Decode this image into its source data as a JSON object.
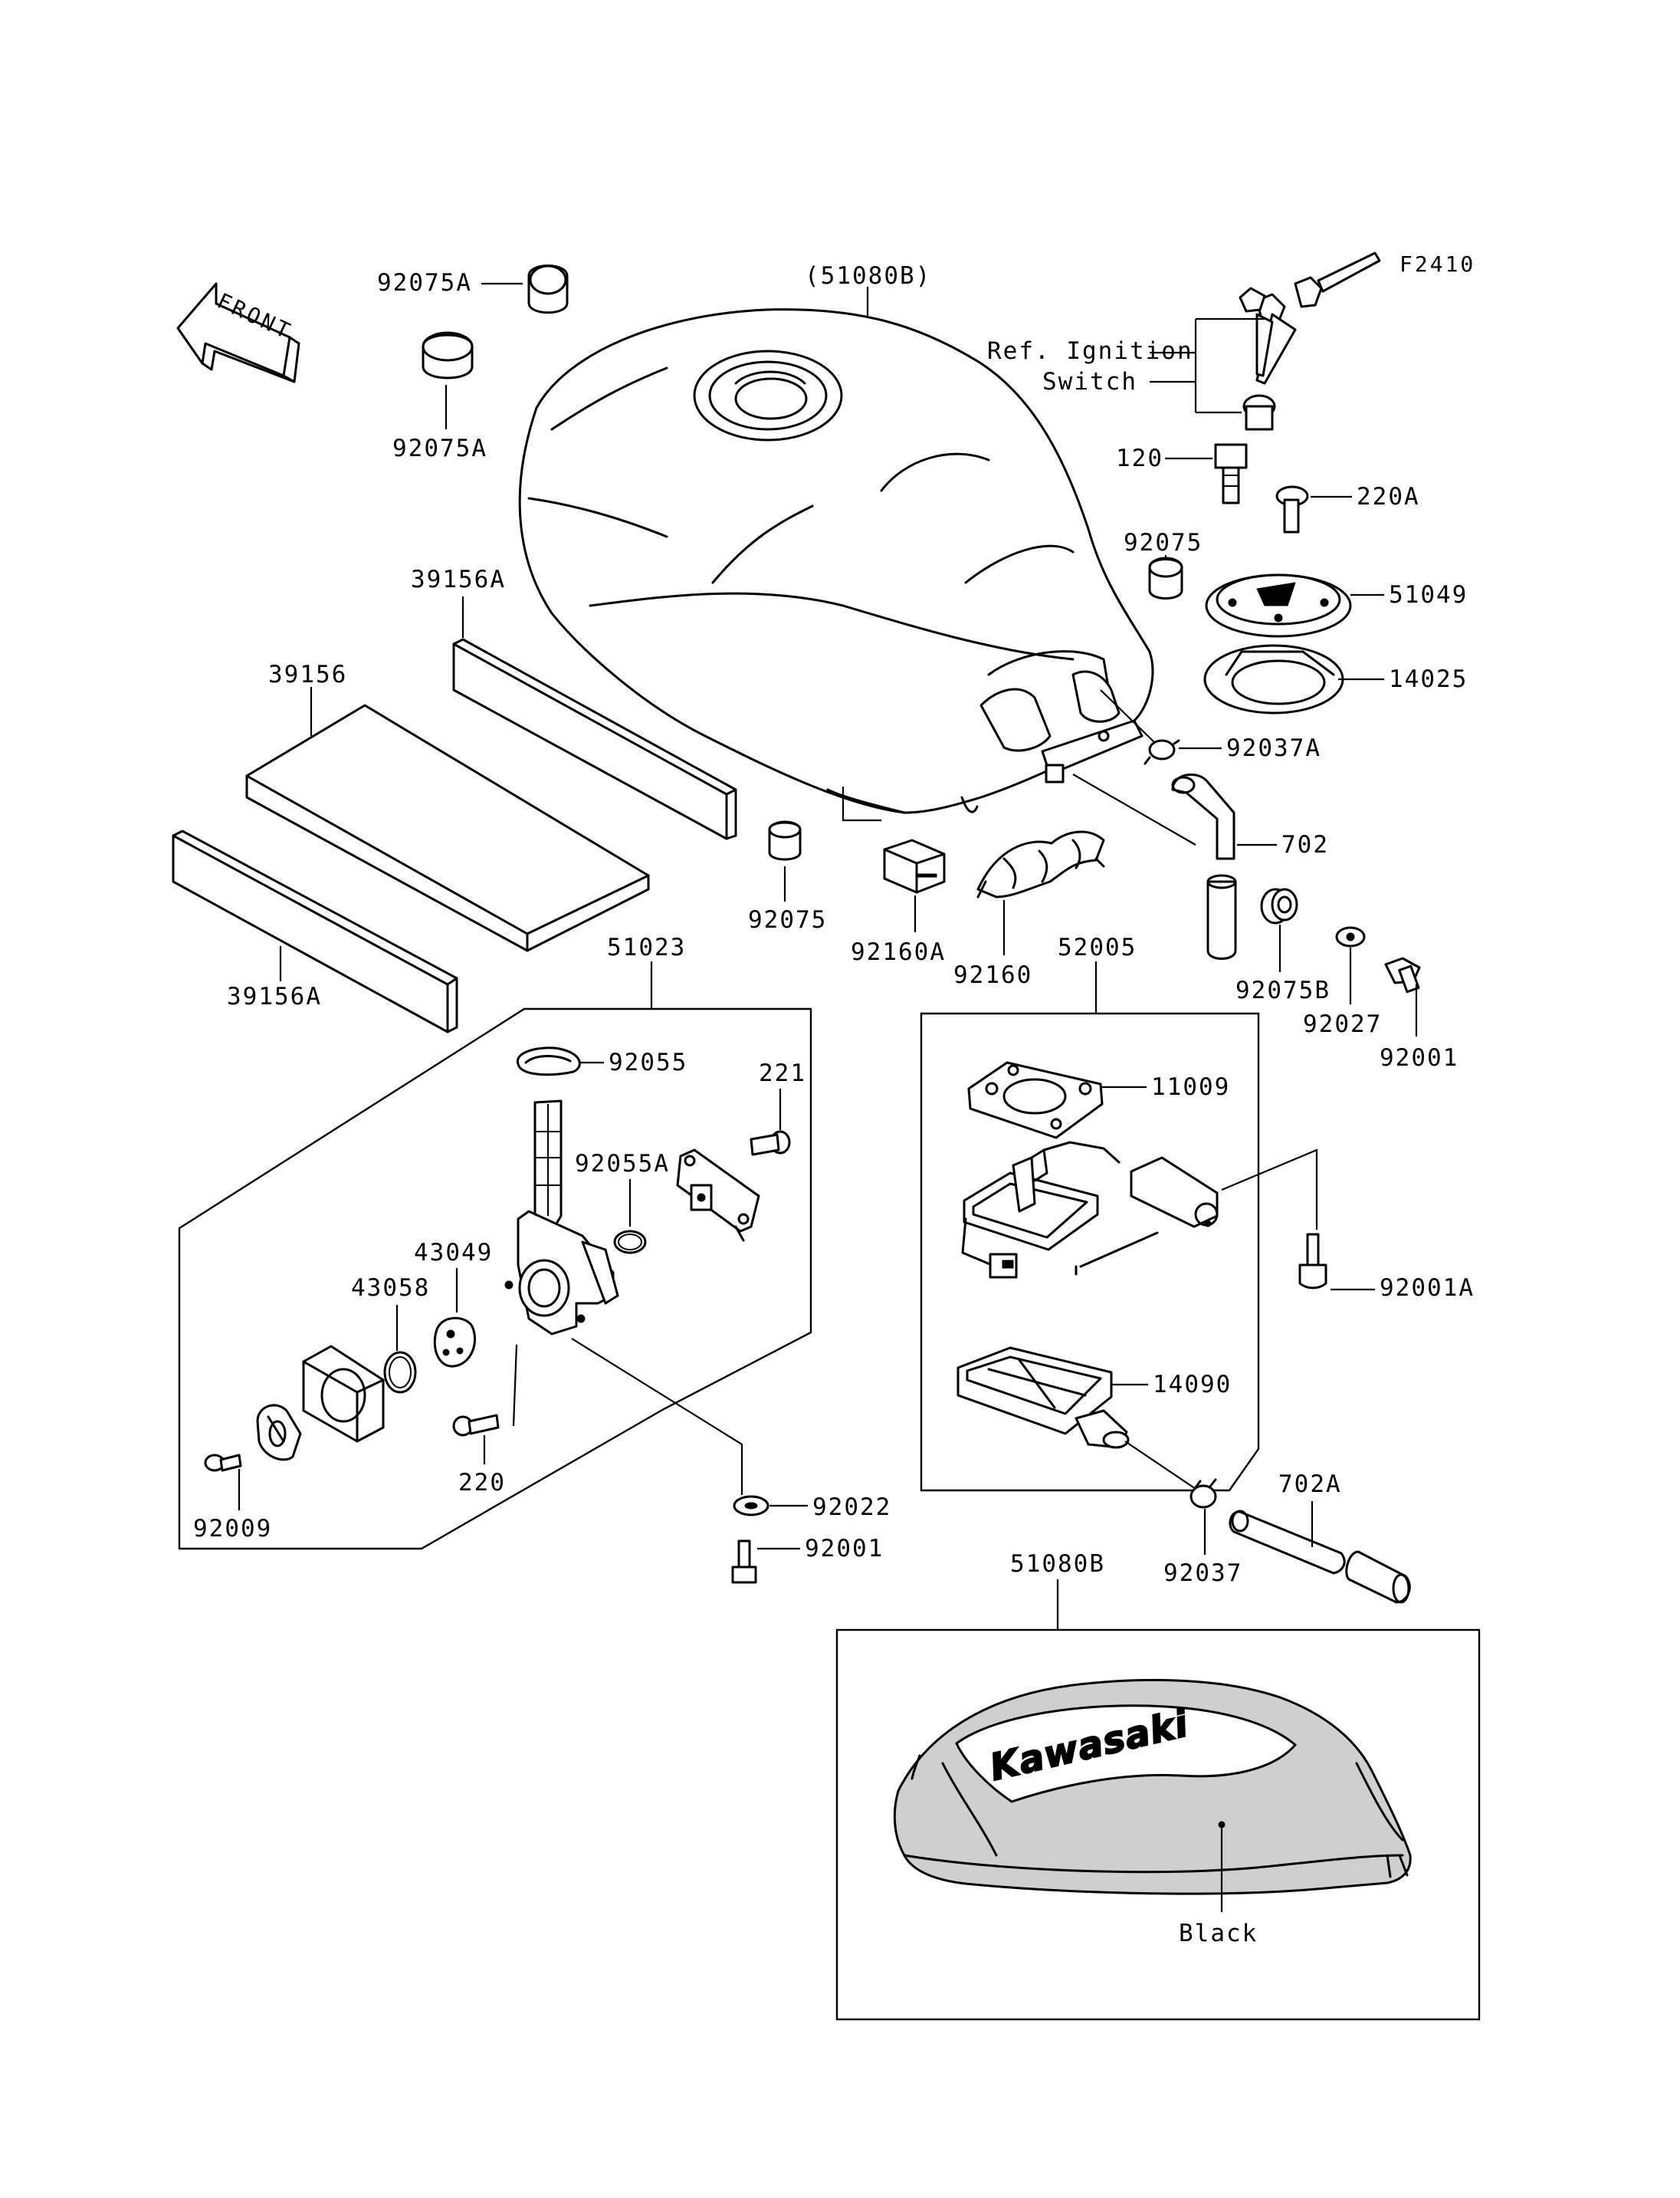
{
  "figure_code": "F2410",
  "front_label": "FRONT",
  "ref_text": [
    "Ref. Ignition",
    "Switch"
  ],
  "parts": {
    "p92075A_1": "92075A",
    "p92075A_2": "92075A",
    "p51080B_paren": "(51080B)",
    "p120": "120",
    "p220A": "220A",
    "p92075_top": "92075",
    "p51049": "51049",
    "p14025": "14025",
    "p92037A": "92037A",
    "p702": "702",
    "p39156A_top": "39156A",
    "p39156": "39156",
    "p39156A_bottom": "39156A",
    "p92075_mid": "92075",
    "p92160A": "92160A",
    "p92160": "92160",
    "p52005": "52005",
    "p92075B": "92075B",
    "p92027": "92027",
    "p92001_right": "92001",
    "p51023": "51023",
    "p92055": "92055",
    "p221": "221",
    "p92055A": "92055A",
    "p43049": "43049",
    "p43058": "43058",
    "p220": "220",
    "p92009": "92009",
    "p92022": "92022",
    "p92001_bottom": "92001",
    "p11009": "11009",
    "p92001A": "92001A",
    "p14090": "14090",
    "p702A": "702A",
    "p92037": "92037",
    "p51080B": "51080B"
  },
  "decal_text": "Kawasaki",
  "color_label": "Black"
}
